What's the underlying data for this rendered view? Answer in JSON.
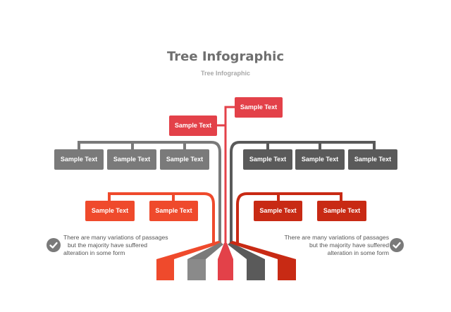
{
  "title": "Tree Infographic",
  "subtitle": "Tree Infographic",
  "colors": {
    "red": "#e34149",
    "orange_red": "#ef4a2c",
    "dark_red": "#c82a14",
    "gray": "#7a7a7a",
    "dark_gray": "#5a5a5a"
  },
  "top_boxes": [
    {
      "label": "Sample Text",
      "color": "#e34149"
    },
    {
      "label": "Sample Text",
      "color": "#e34149"
    }
  ],
  "gray_boxes_left": [
    "Sample Text",
    "Sample Text",
    "Sample Text"
  ],
  "gray_boxes_right": [
    "Sample Text",
    "Sample Text",
    "Sample Text"
  ],
  "red_boxes_left": [
    "Sample Text",
    "Sample Text"
  ],
  "red_boxes_right": [
    "Sample Text",
    "Sample Text"
  ],
  "notes": {
    "left": [
      "There are many variations of passages",
      "but the majority have  suffered",
      "alteration in some form"
    ],
    "right": [
      "There are many variations of passages",
      "but the majority have  suffered",
      "alteration in some form"
    ]
  },
  "icons": {
    "check": "check-circle-icon"
  }
}
